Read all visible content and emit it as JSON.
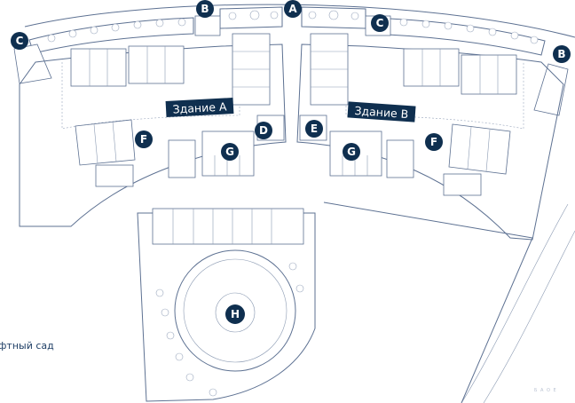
{
  "buildings": {
    "a_label": "Здание А",
    "b_label": "Здание В"
  },
  "markers": {
    "a": "A",
    "b_left": "B",
    "b_right": "B",
    "c_left": "C",
    "c_right": "C",
    "d": "D",
    "e": "E",
    "f_left": "F",
    "f_right": "F",
    "g_left": "G",
    "g_right": "G",
    "h": "H"
  },
  "side_text": "фтный сад",
  "corner_text": "Б А О Е"
}
